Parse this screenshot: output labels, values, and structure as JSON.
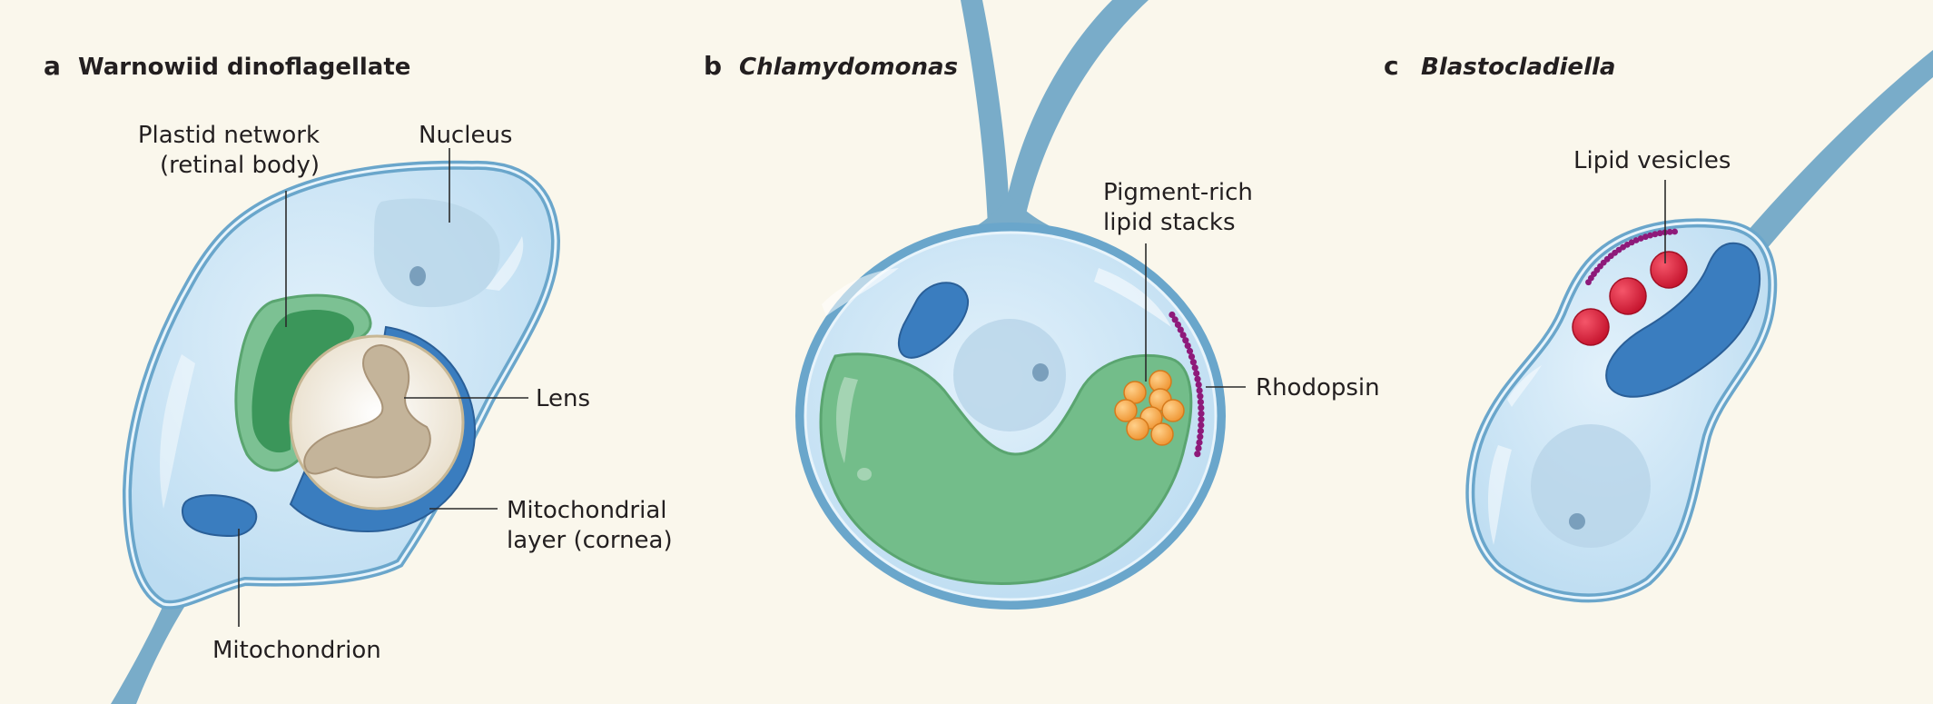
{
  "panels": [
    {
      "letter": "a",
      "title": "Warnowiid dinoflagellate",
      "labels": {
        "plastid_line1": "Plastid network",
        "plastid_line2": "(retinal body)",
        "nucleus": "Nucleus",
        "lens": "Lens",
        "mito_layer_line1": "Mitochondrial",
        "mito_layer_line2": "layer (cornea)",
        "mitochondrion": "Mitochondrion"
      }
    },
    {
      "letter": "b",
      "title": "Chlamydomonas",
      "labels": {
        "pigment_line1": "Pigment-rich",
        "pigment_line2": "lipid stacks",
        "rhodopsin": "Rhodopsin"
      }
    },
    {
      "letter": "c",
      "title": "Blastocladiella",
      "labels": {
        "lipid_vesicles": "Lipid vesicles"
      }
    }
  ],
  "colors": {
    "background": "#faf7ec",
    "cell_fill": "#cce6f6",
    "cell_outline": "#6aa6cb",
    "flagellum": "#79acc9",
    "mitochondrion": "#3a7dbf",
    "plastid": "#3e9a5b",
    "chloroplast": "#73bd8a",
    "lens": "#efe7d6",
    "lipid_orange": "#f5a54a",
    "lipid_red": "#d8203a",
    "rhodopsin": "#8e1a7a"
  }
}
